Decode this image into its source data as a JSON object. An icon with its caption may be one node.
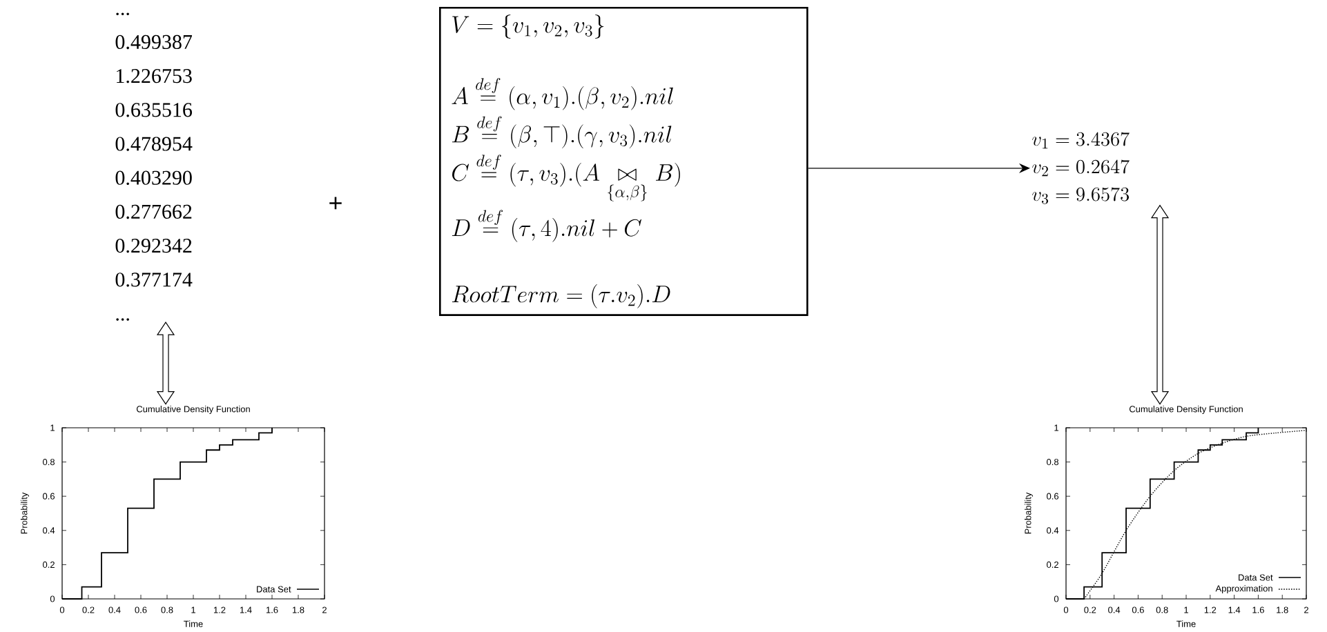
{
  "diagram": {
    "nodes": [
      {
        "text": [
          "...",
          "0.499387",
          "1.226753",
          "0.635516",
          "0.478954",
          "0.403290",
          "0.277662",
          "0.292342",
          "0.377174",
          "..."
        ]
      },
      {
        "text": [
          "V = \\{v_1, v_2, v_3\\}",
          "A \\stackrel{def}{=} (\\alpha, v_1).(\\beta, v_2).nil",
          "B \\stackrel{def}{=} (\\beta, \\top).(\\gamma, v_3).nil",
          "C \\stackrel{def}{=} (\\tau, v_3).(A \\underset{\\{\\alpha,\\beta\\}}{\\bowtie} B)",
          "D \\stackrel{def}{=} (\\tau, 4).nil + C",
          "RootTerm = (\\tau.v_2).D"
        ]
      },
      {
        "text": [
          "v_1 = 3.4367",
          "v_2 = 0.2647",
          "v_3 = 9.6573"
        ]
      },
      {
        "text": [
          "Cumulative Density Function"
        ]
      },
      {
        "text": [
          "Cumulative Density Function"
        ]
      }
    ],
    "edges": [
      {
        "from": 0,
        "to": 3,
        "arrow": "both"
      },
      {
        "from": 1,
        "to": 2,
        "arrow": "to"
      },
      {
        "from": 2,
        "to": 4,
        "arrow": "both"
      }
    ],
    "labels": [
      "+",
      "1",
      "0.8",
      "0.6",
      "0.4",
      "0.2",
      "0",
      "Probability",
      "0",
      "0.2",
      "0.4",
      "0.6",
      "0.8",
      "1",
      "1.2",
      "1.4",
      "1.6",
      "1.8",
      "2",
      "Time",
      "1",
      "0.8",
      "0.6",
      "0.4",
      "0.2",
      "0",
      "Probability",
      "0",
      "0.2",
      "0.4",
      "0.6",
      "0.8",
      "1",
      "1.2",
      "1.4",
      "1.6",
      "1.8",
      "2",
      "Time"
    ],
    "legend": [
      {
        "text": "Data Set"
      },
      {
        "text": "Data Set"
      },
      {
        "text": "Approximation"
      }
    ]
  }
}
